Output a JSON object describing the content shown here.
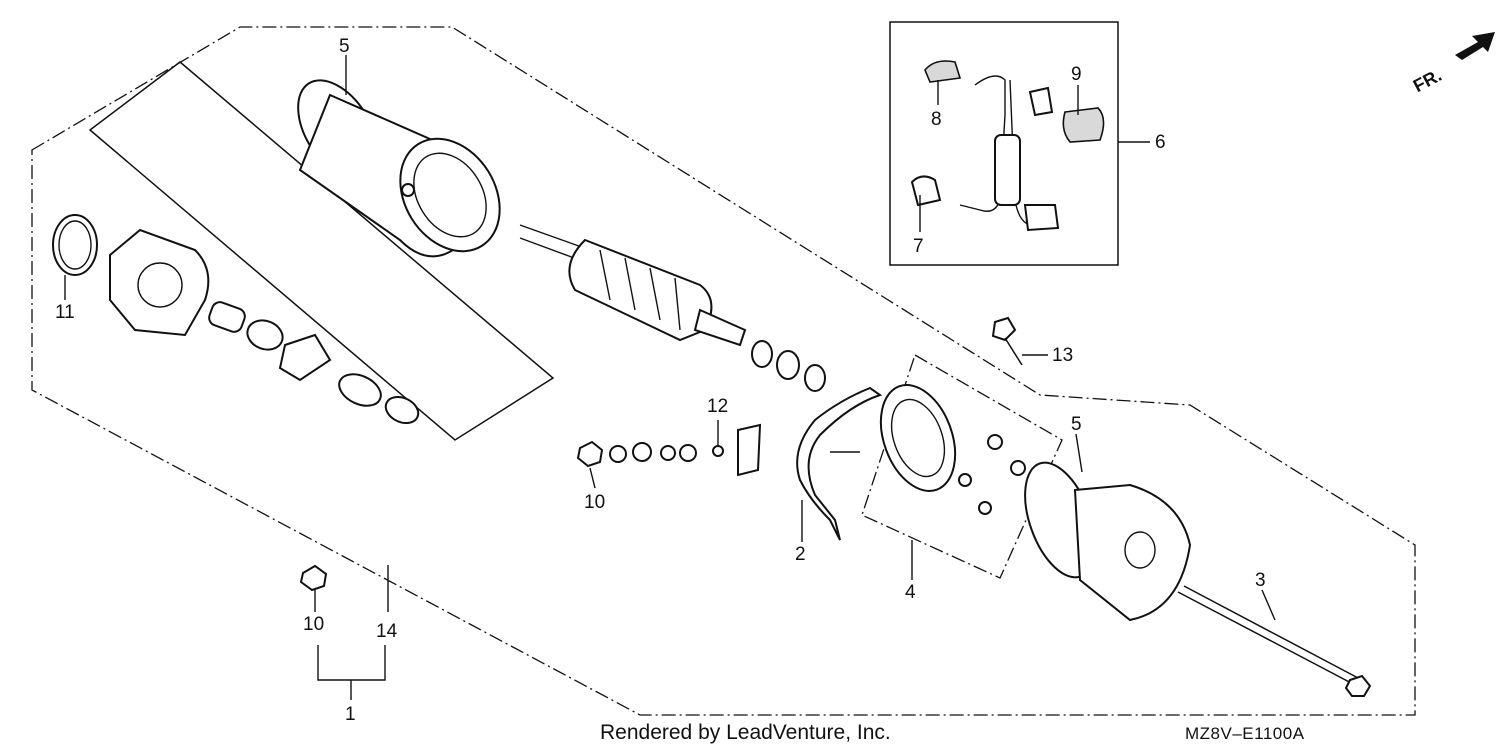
{
  "callouts": {
    "c5_top": "5",
    "c5_right": "5",
    "c9": "9",
    "c8": "8",
    "c6": "6",
    "c7": "7",
    "c11": "11",
    "c13": "13",
    "c12": "12",
    "c10_mid": "10",
    "c10_bot": "10",
    "c2": "2",
    "c4": "4",
    "c3": "3",
    "c14": "14",
    "c1": "1"
  },
  "orientation": {
    "label": "FR."
  },
  "footer": {
    "credit": "Rendered by LeadVenture, Inc.",
    "diagram_code": "MZ8V–E1100A"
  }
}
